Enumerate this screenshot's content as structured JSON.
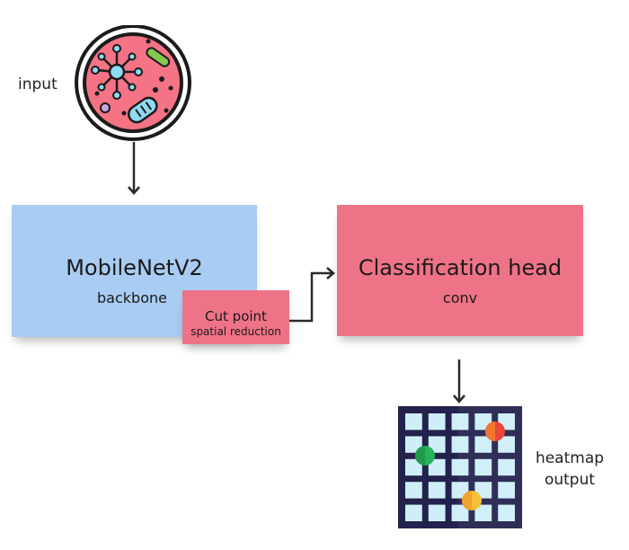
{
  "diagram": {
    "input_label": "input",
    "backbone": {
      "title": "MobileNetV2",
      "subtitle": "backbone"
    },
    "cut_point": {
      "title": "Cut point",
      "subtitle": "spatial reduction"
    },
    "head": {
      "title": "Classification head",
      "subtitle": "conv"
    },
    "output_label_line1": "heatmap",
    "output_label_line2": "output"
  },
  "colors": {
    "backbone_fill": "#a9ccf2",
    "sticky_pink": "#ef7386",
    "cell_bg": "#f47385",
    "grid_dark": "#23214e",
    "grid_cell": "#cfeff8",
    "dot_green": "#27b35a",
    "dot_red": "#e8473b",
    "dot_yellow": "#f4c236"
  },
  "icons": {
    "input": "bacteria-cell-icon",
    "output": "heatmap-grid-icon"
  }
}
